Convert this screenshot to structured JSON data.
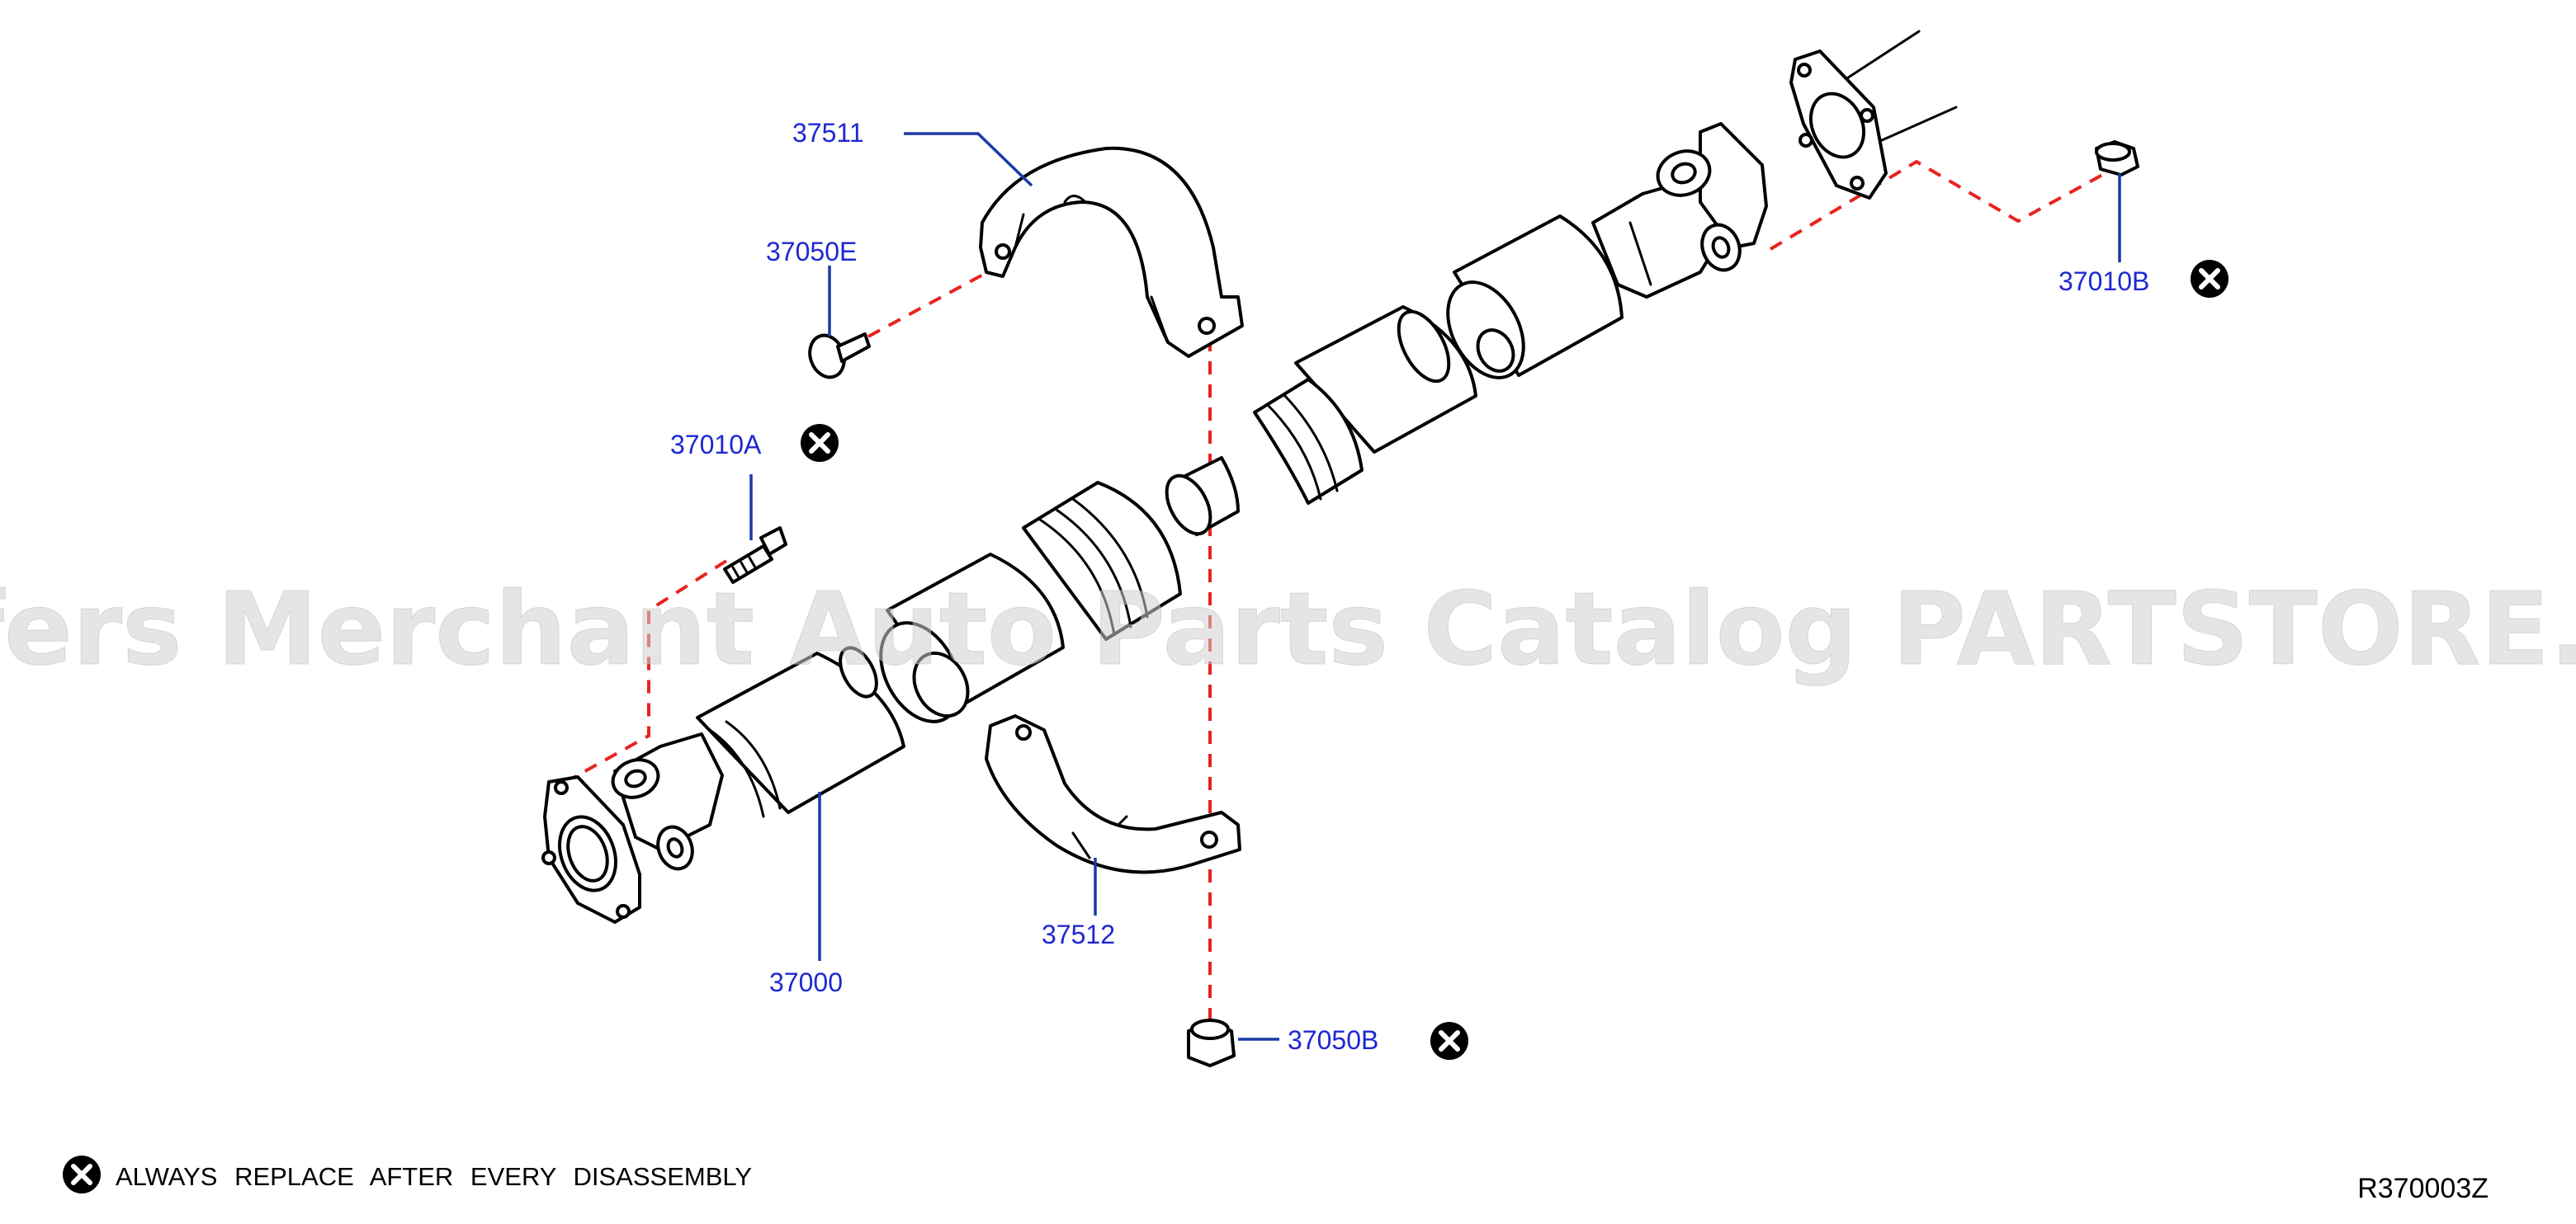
{
  "watermark": "Offers Merchant Auto Parts Catalog PARTSTORE.SA",
  "callouts": {
    "p37511": "37511",
    "p37050E": "37050E",
    "p37010A": "37010A",
    "p37010B": "37010B",
    "p37512": "37512",
    "p37000": "37000",
    "p37050B": "37050B"
  },
  "legend": {
    "icon": "replace-x-icon",
    "text": "ALWAYS REPLACE AFTER EVERY DISASSEMBLY"
  },
  "diagram_ref": "R370003Z",
  "colors": {
    "callout": "#1e28d2",
    "leader": "#1a3aa8",
    "dashed_line": "#e8231f",
    "watermark": "#cfcfcf"
  }
}
